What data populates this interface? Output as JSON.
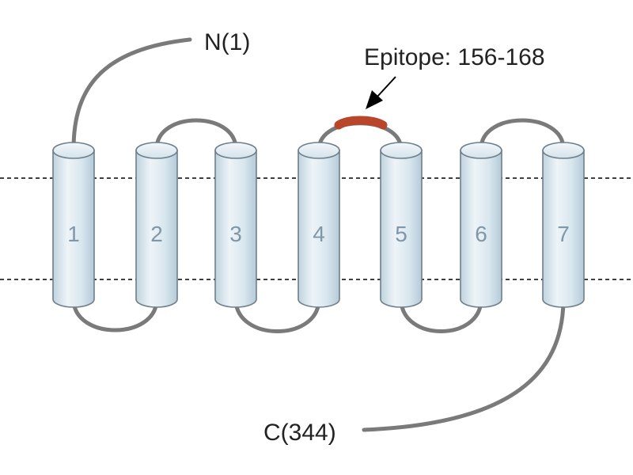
{
  "diagram": {
    "n_terminus_label": "N(1)",
    "c_terminus_label": "C(344)",
    "epitope_label": "Epitope: 156-168",
    "helices": [
      {
        "label": "1"
      },
      {
        "label": "2"
      },
      {
        "label": "3"
      },
      {
        "label": "4"
      },
      {
        "label": "5"
      },
      {
        "label": "6"
      },
      {
        "label": "7"
      }
    ],
    "colors": {
      "helix_fill_light": "#eef4f8",
      "helix_fill_mid": "#cfdfe9",
      "helix_stroke": "#6f7f8a",
      "loop_stroke": "#7a7a7a",
      "epitope": "#b9452a",
      "membrane_line": "#000000"
    }
  }
}
